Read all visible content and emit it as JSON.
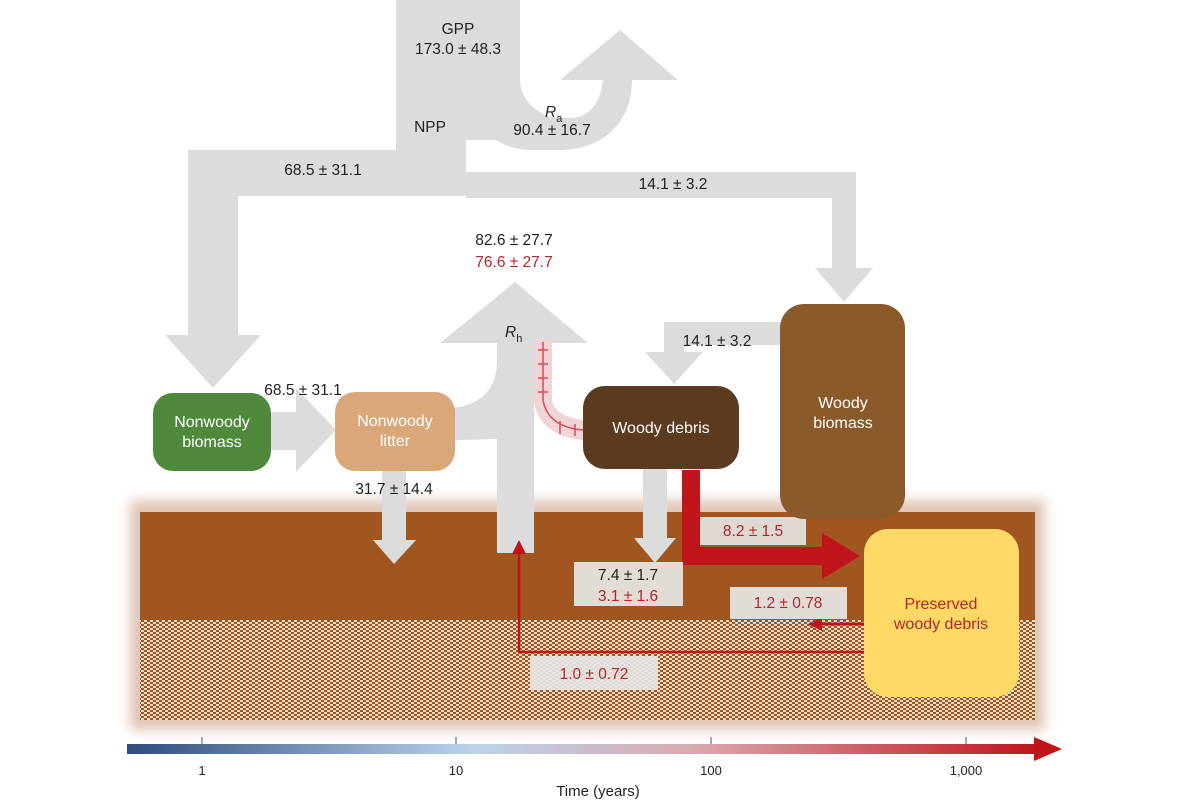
{
  "flows": {
    "gpp_label": "GPP",
    "gpp_value": "173.0 ± 48.3",
    "ra_symbol": "R",
    "ra_sub": "a",
    "ra_value": "90.4 ± 16.7",
    "npp_label": "NPP",
    "npp_to_nonwoody": "68.5 ± 31.1",
    "npp_to_woody": "14.1 ± 3.2",
    "rh_total": "82.6 ± 27.7",
    "rh_total_alt": "76.6 ± 27.7",
    "rh_symbol": "R",
    "rh_sub": "h",
    "woody_to_debris": "14.1 ± 3.2",
    "biomass_to_litter": "68.5 ± 31.1",
    "litter_to_soil": "31.7 ± 14.4",
    "debris_to_preserved": "8.2 ± 1.5",
    "debris_to_soil": "7.4 ± 1.7",
    "debris_to_soil_alt": "3.1 ± 1.6",
    "preserved_to_soil": "1.2 ± 0.78",
    "preserved_return": "1.0 ± 0.72"
  },
  "nodes": {
    "nonwoody_biomass": [
      "Nonwoody",
      "biomass"
    ],
    "nonwoody_litter": [
      "Nonwoody",
      "litter"
    ],
    "woody_debris": "Woody debris",
    "woody_biomass": [
      "Woody",
      "biomass"
    ],
    "preserved_woody_debris": [
      "Preserved",
      "woody debris"
    ]
  },
  "colors": {
    "flow_grey": "#dcdcdc",
    "nonwoody_biomass": "#4f8a3c",
    "nonwoody_litter": "#d9a77a",
    "woody_debris": "#5b3a1e",
    "woody_biomass": "#8a5a2b",
    "preserved": "#ffd966",
    "soil": "#a0561e",
    "accent_red": "#c0141b",
    "axis_blue": "#2e4d7b"
  },
  "axis": {
    "title": "Time (years)",
    "ticks": [
      "1",
      "10",
      "100",
      "1,000"
    ]
  }
}
